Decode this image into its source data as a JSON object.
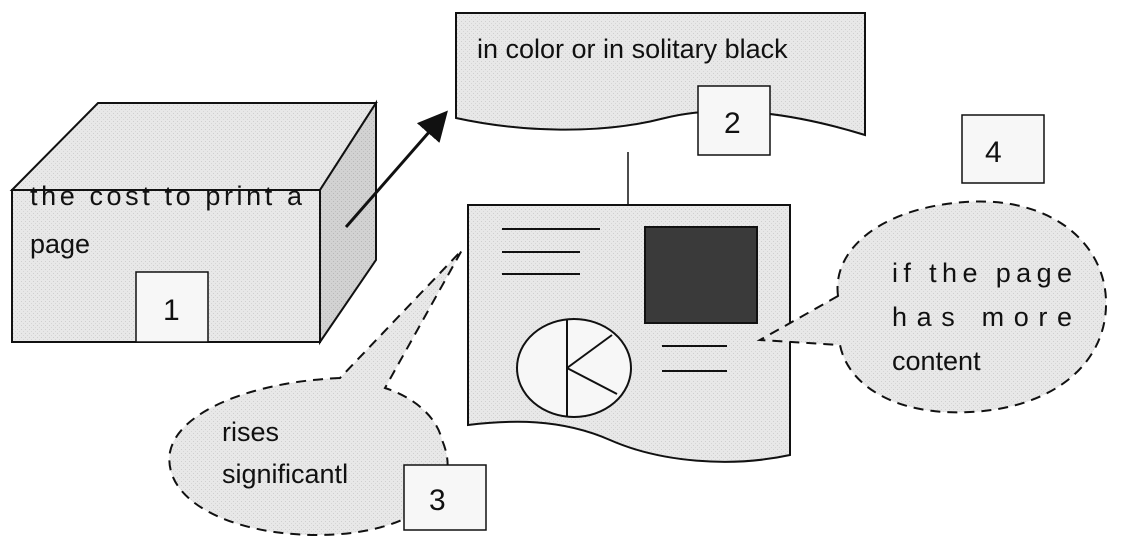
{
  "box1": {
    "text_line1": "the cost to print a",
    "text_line2": "page",
    "number": "1"
  },
  "sheet2": {
    "text": "in color or in solitary black",
    "number": "2"
  },
  "bubble3": {
    "text_line1": "rises",
    "text_line2": "significantl",
    "number": "3"
  },
  "box4": {
    "number": "4"
  },
  "bubble4": {
    "text_line1": "if the page",
    "text_line2": "has more",
    "text_line3": "content"
  },
  "colors": {
    "fill": "#e6e6e6",
    "dark_square": "#3a3a3a",
    "stroke": "#111111"
  }
}
